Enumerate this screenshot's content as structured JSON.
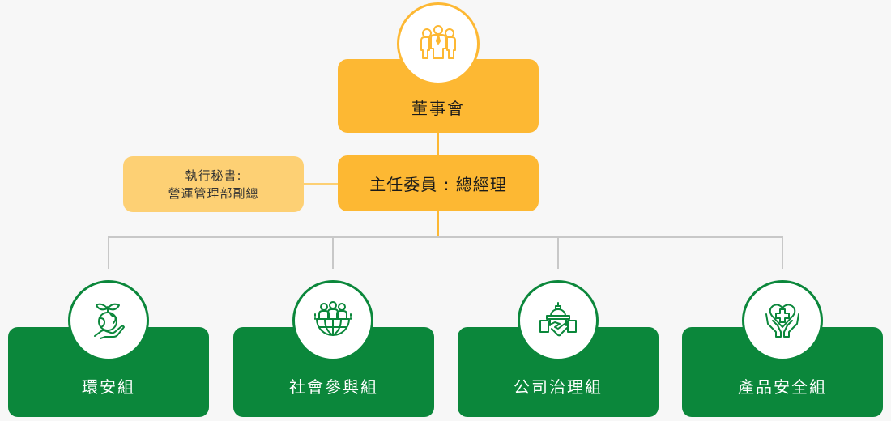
{
  "diagram": {
    "type": "org-chart",
    "colors": {
      "background": "#f7f7f7",
      "leadership": "#fdb833",
      "secretary": "#fdd074",
      "group": "#0b873b",
      "connector_gray": "#c8c8c8",
      "connector_orange": "#fdb833"
    },
    "board": {
      "label": "董事會",
      "icon": "people-group-icon"
    },
    "manager": {
      "label": "主任委員 : 總經理"
    },
    "secretary": {
      "line1": "執行秘書:",
      "line2": "營運管理部副總"
    },
    "groups": [
      {
        "label": "環安組",
        "icon": "earth-plant-hand-icon"
      },
      {
        "label": "社會參與組",
        "icon": "people-globe-icon"
      },
      {
        "label": "公司治理組",
        "icon": "building-handshake-icon"
      },
      {
        "label": "產品安全組",
        "icon": "heart-cross-hands-icon"
      }
    ]
  }
}
